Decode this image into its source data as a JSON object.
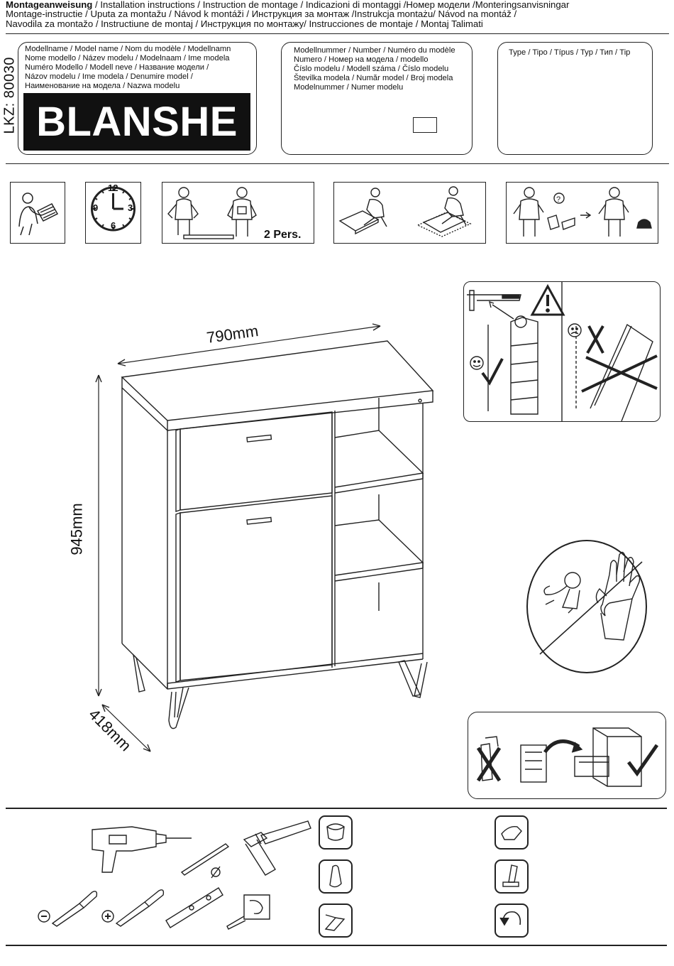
{
  "header": {
    "title_bold": "Montageanweisung",
    "line1_rest": " / Installation instructions / Instruction de montage / Indicazioni di montaggi /Номер модели /Monteringsanvisningar",
    "line2": "Montage-instructie / Uputa za montažu / Návod k montáži / Инструкция за монтаж /Instrukcja montażu/ Návod na montáž /",
    "line3": "Navodila za montažo / Instructiune de montaj / Инструкция по монтажу/ Instrucciones de montaje / Montaj Talimati"
  },
  "model_name_box": {
    "lkz": "LKZ: 80030",
    "labels": [
      "Modellname / Model name / Nom du modèle / Modellnamn",
      "Nome modello / Název modelu / Modelnaam / Ime modela",
      "Numéro Modello / Modell neve / Название модели /",
      "Názov modelu / Ime modela / Denumire model /",
      "Наименование на модела / Nazwa modelu"
    ],
    "brand": "BLANSHE"
  },
  "model_number_box": {
    "labels": [
      "Modellnummer / Number / Numéro du modèle",
      "Numero /  Номер на модела / modello",
      "Číslo modelu / Modell száma / Číslo modelu",
      "Številka modela / Număr model / Broj modela",
      "Modelnummer / Numer modelu"
    ]
  },
  "type_box": {
    "label": "Type / Tipo / Típus / Typ / Тип / Tip"
  },
  "pictograms": {
    "two_persons": "2 Pers.",
    "clock_numbers": [
      "12",
      "3",
      "6",
      "9"
    ]
  },
  "dimensions": {
    "width": "790mm",
    "height": "945mm",
    "depth": "418mm"
  },
  "icons": [
    "reading-instructions-icon",
    "clock-icon",
    "two-persons-lifting-icon",
    "assembly-on-floor-icon",
    "call-service-icon",
    "wall-fixing-warning-icon",
    "child-safety-icon",
    "recycling-icon",
    "drill-icon",
    "hammer-icon",
    "screwdriver-icon",
    "level-icon",
    "tape-measure-icon"
  ],
  "colors": {
    "ink": "#111111",
    "paper": "#ffffff"
  }
}
